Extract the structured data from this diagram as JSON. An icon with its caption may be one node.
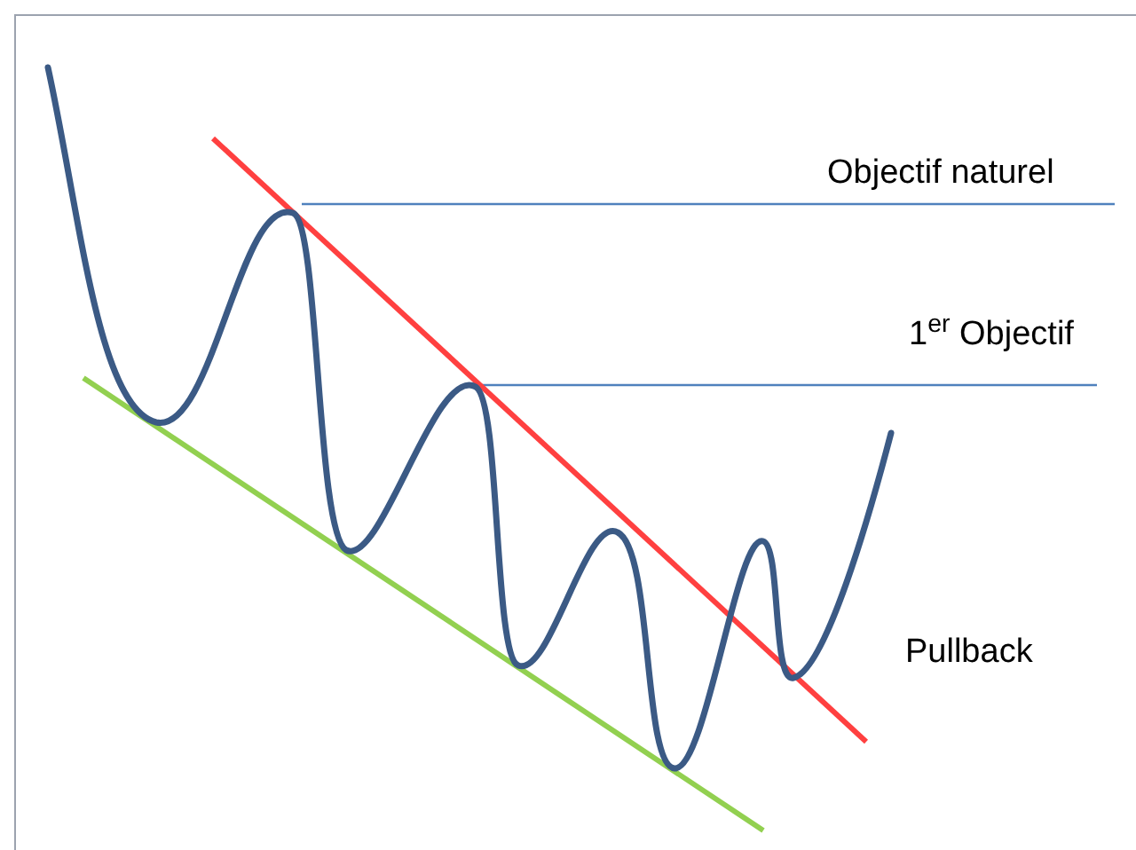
{
  "diagram": {
    "labels": [
      "Objectif naturel",
      "1$^{er}$ Objectif",
      "Pullback"
    ]
  }
}
